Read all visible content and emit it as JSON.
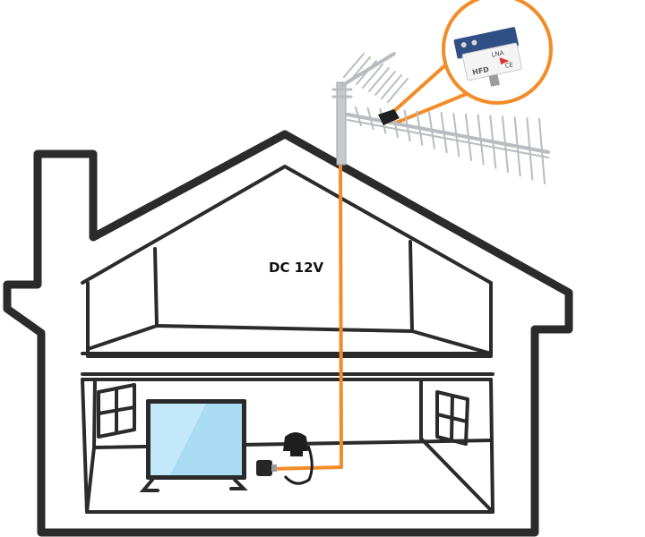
{
  "diagram": {
    "cable_label": "DC 12V",
    "amplifier_module": {
      "brand": "HFD",
      "marks": "CE",
      "model": "LNA"
    },
    "colors": {
      "cable": "#f28c28",
      "house_outline": "#2b2b2b",
      "antenna": "#b9bcc0",
      "tv_screen": "#a9dcf2",
      "module_board": "#2f4f85"
    },
    "icons": [
      "house-outline",
      "antenna-icon",
      "amplifier-module-icon",
      "tv-icon",
      "power-adapter-icon",
      "splitter-inserter-icon"
    ]
  }
}
